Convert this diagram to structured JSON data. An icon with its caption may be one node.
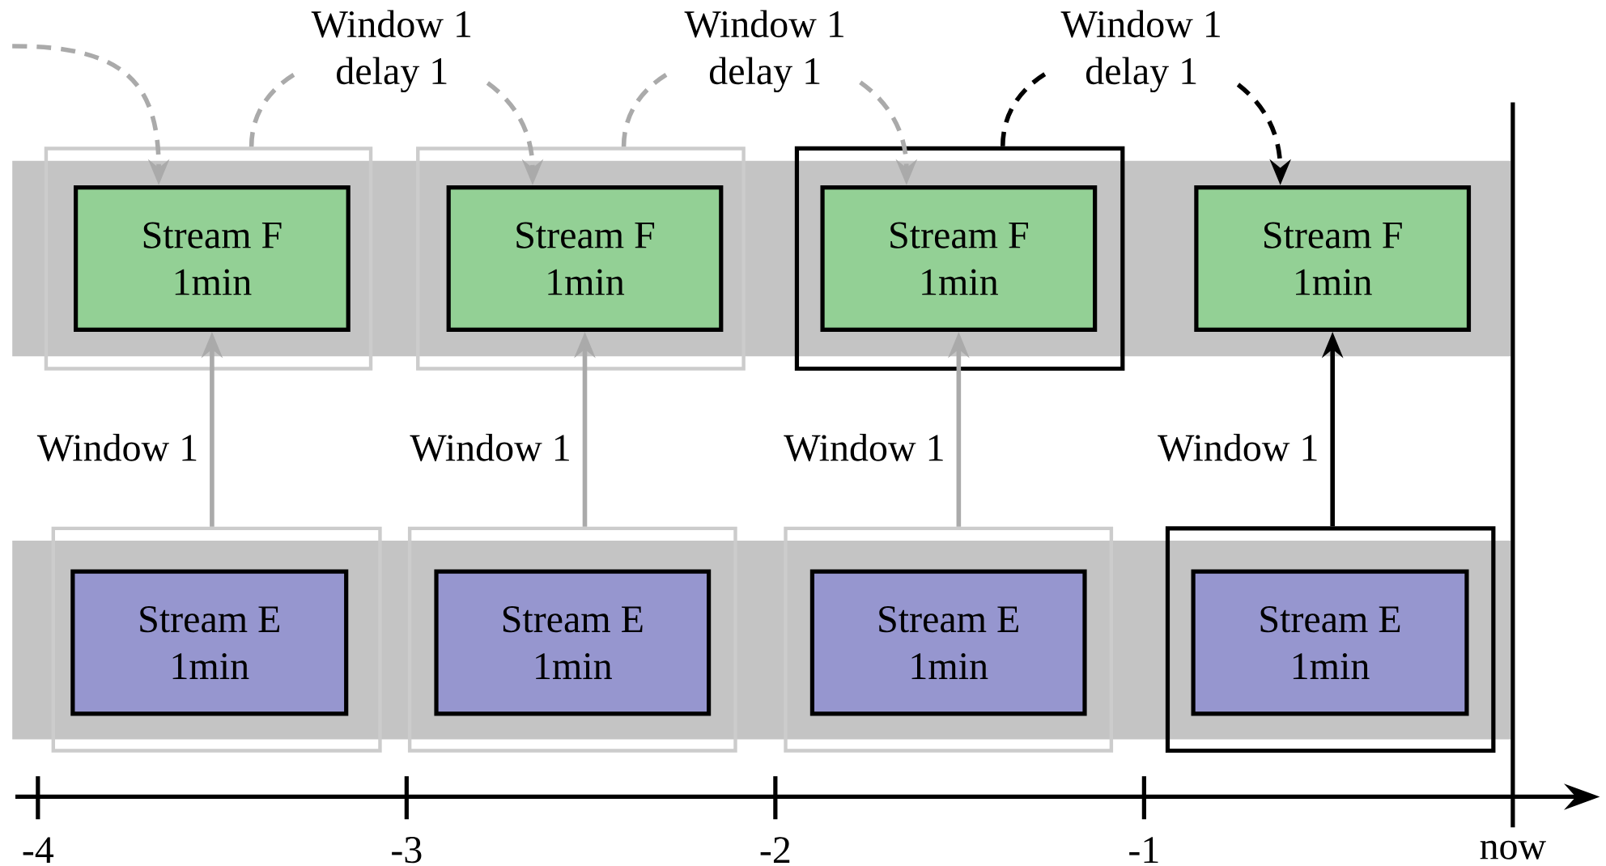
{
  "diagram": {
    "nodes": [
      {
        "text": [],
        "shape": "box"
      },
      {
        "text": [
          "Stream F 1min"
        ],
        "in": 0
      },
      {
        "text": [],
        "shape": "box"
      },
      {
        "text": [
          "Stream F 1min"
        ],
        "in": 2
      },
      {
        "text": [],
        "shape": "box"
      },
      {
        "text": [
          "Stream F 1min"
        ],
        "in": 4
      },
      {
        "text": [
          "Stream F 1min"
        ]
      },
      {
        "text": [],
        "shape": "box"
      },
      {
        "text": [
          "Stream E 1min"
        ],
        "in": 7
      },
      {
        "text": [],
        "shape": "box"
      },
      {
        "text": [
          "Stream E 1min"
        ],
        "in": 9
      },
      {
        "text": [],
        "shape": "box"
      },
      {
        "text": [
          "Stream E 1min"
        ],
        "in": 11
      },
      {
        "text": [],
        "shape": "box"
      },
      {
        "text": [
          "Stream E 1min"
        ],
        "in": 13
      }
    ],
    "edges": [
      {
        "from": null,
        "to": 1,
        "arrow": "to",
        "style": "dashed"
      },
      {
        "from": 0,
        "to": 3,
        "arrow": "to",
        "label": "Window 1 delay 1",
        "style": "dashed"
      },
      {
        "from": 2,
        "to": 5,
        "arrow": "to",
        "label": "Window 1 delay 1",
        "style": "dashed"
      },
      {
        "from": 4,
        "to": 6,
        "arrow": "to",
        "label": "Window 1 delay 1",
        "style": "dashed",
        "color": "#000000"
      },
      {
        "from": 7,
        "to": 1,
        "arrow": "to",
        "label": "Window 1"
      },
      {
        "from": 9,
        "to": 3,
        "arrow": "to",
        "label": "Window 1"
      },
      {
        "from": 11,
        "to": 5,
        "arrow": "to",
        "label": "Window 1"
      },
      {
        "from": 13,
        "to": 6,
        "arrow": "to",
        "label": "Window 1",
        "color": "#000000"
      }
    ],
    "labels": [
      "-4",
      "-3",
      "-2",
      "-1",
      "now"
    ]
  }
}
